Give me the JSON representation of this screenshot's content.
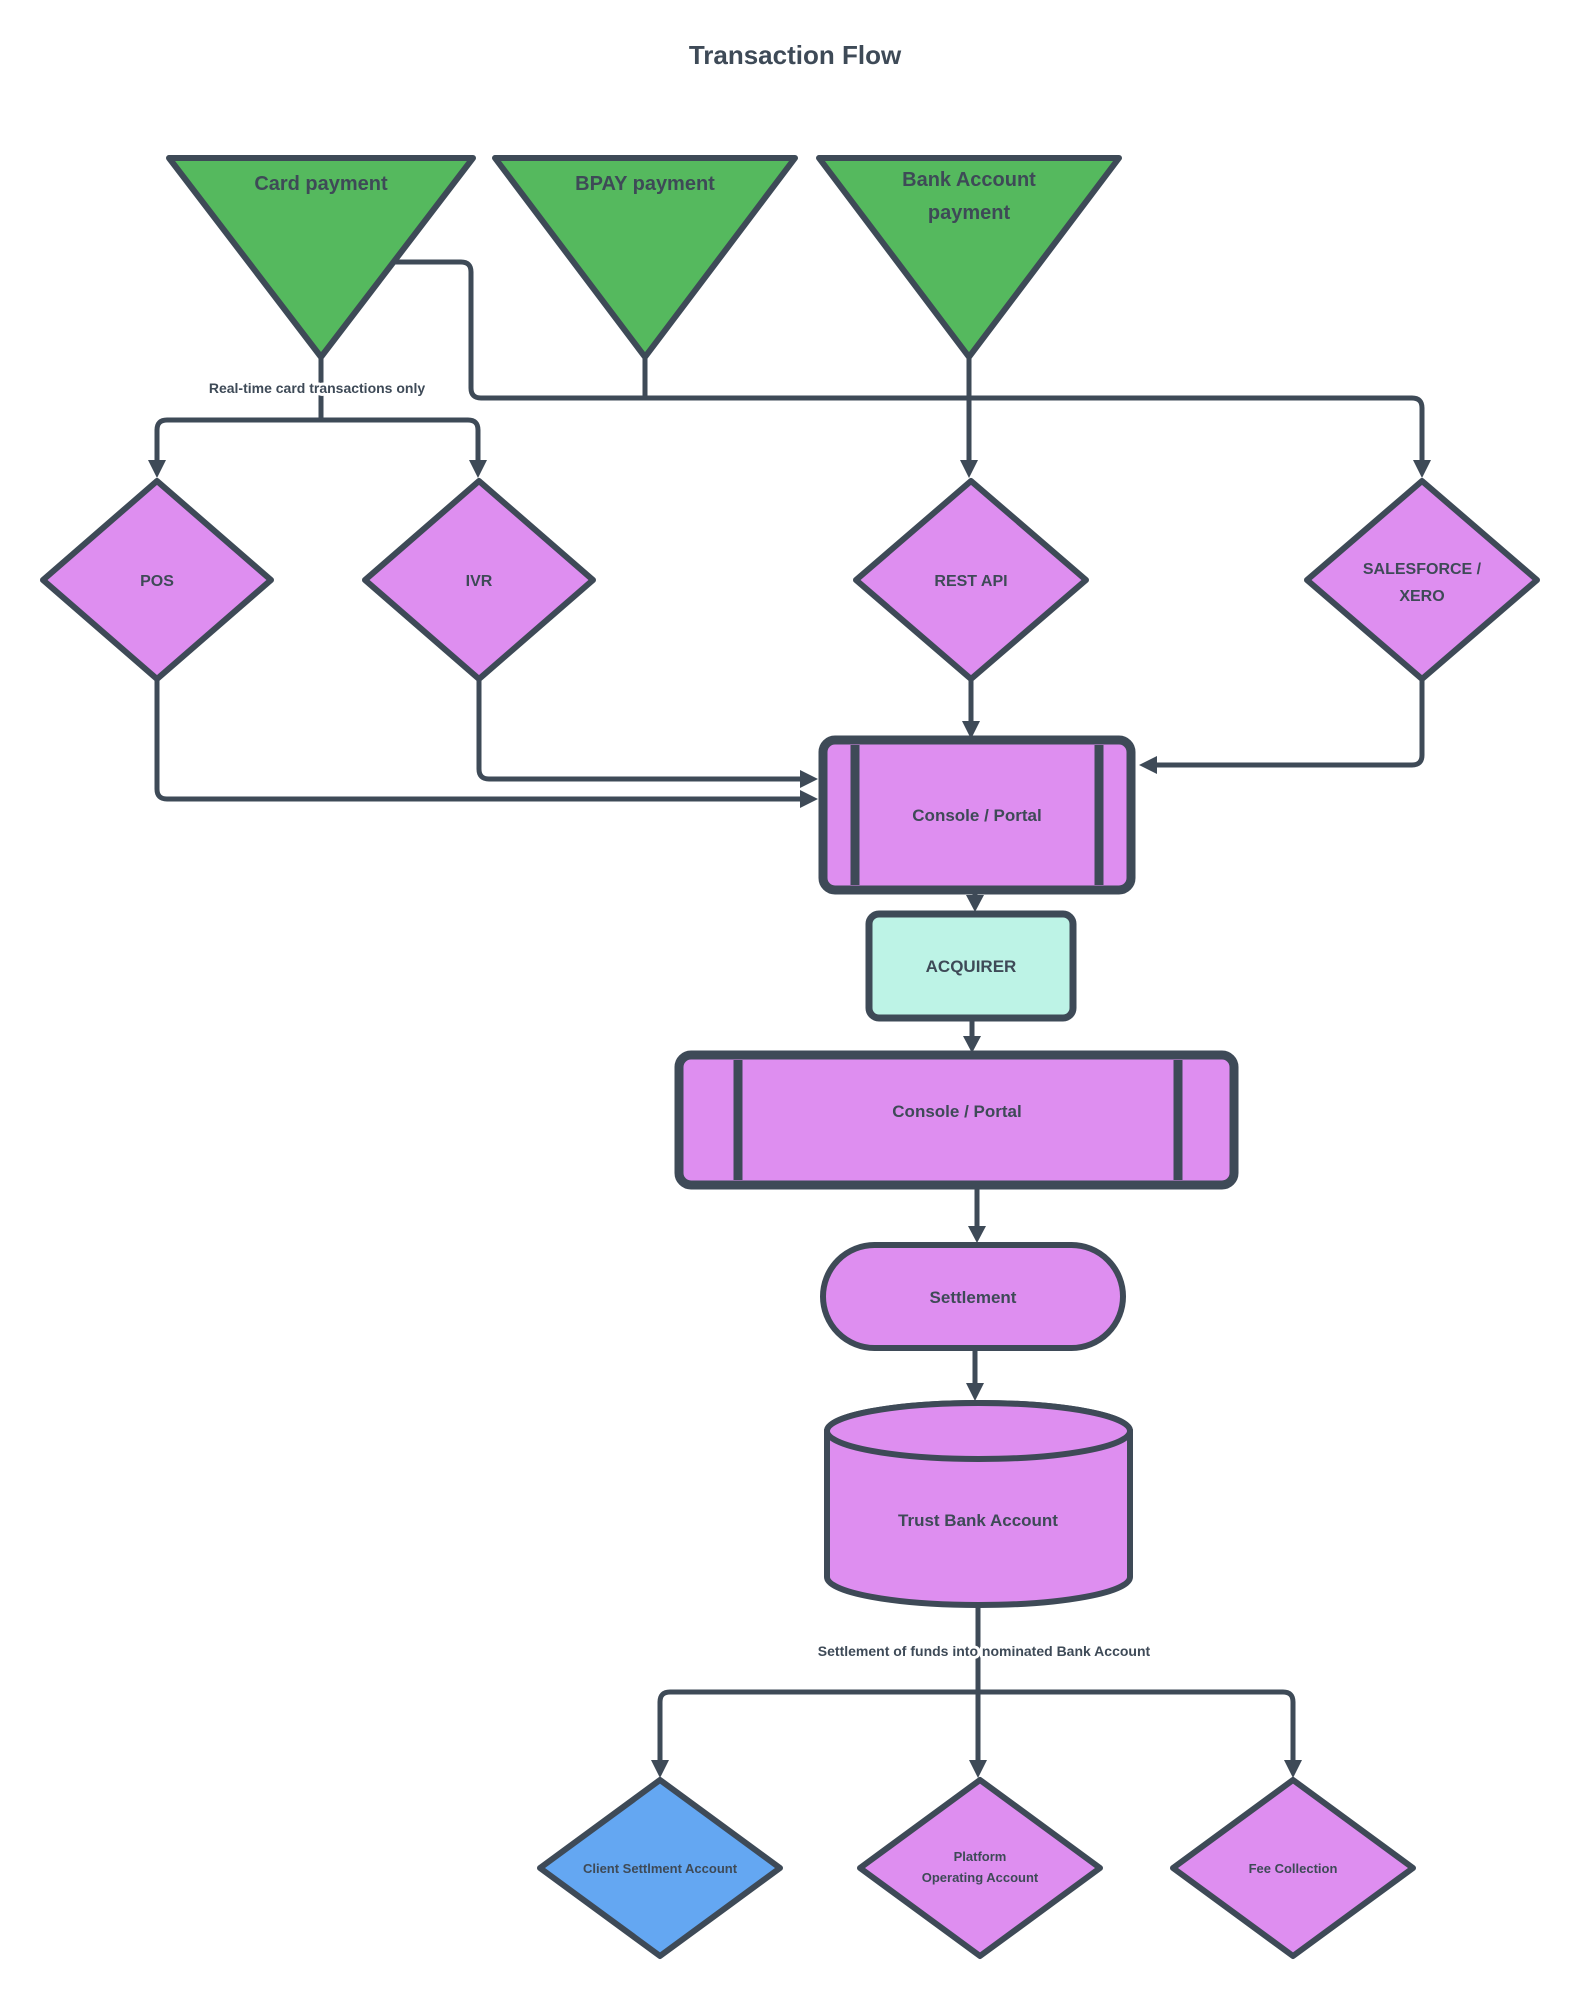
{
  "title": "Transaction Flow",
  "colors": {
    "payment_source_green": "#55b95e",
    "node_violet": "#de8ef0",
    "client_account_blue": "#64a7f2",
    "acquirer_cyan": "#bdf3e6",
    "line_and_text": "#3e4a57"
  },
  "sources": {
    "card": "Card payment",
    "bpay": "BPAY payment",
    "bank_line1": "Bank Account",
    "bank_line2": "payment"
  },
  "channels": {
    "pos": "POS",
    "ivr": "IVR",
    "rest_api": "REST API",
    "salesforce_line1": "SALESFORCE /",
    "salesforce_line2": "XERO"
  },
  "processing": {
    "console_portal_top": "Console / Portal",
    "acquirer": "ACQUIRER",
    "console_portal_bottom": "Console / Portal",
    "settlement": "Settlement",
    "trust_bank_account": "Trust Bank Account"
  },
  "destinations": {
    "client_settlement": "Client Settlment Account",
    "platform_line1": "Platform",
    "platform_line2": "Operating Account",
    "fee_collection": "Fee Collection"
  },
  "annotations": {
    "realtime_note": "Real-time card transactions only",
    "settlement_note": "Settlement of funds into nominated Bank Account"
  }
}
